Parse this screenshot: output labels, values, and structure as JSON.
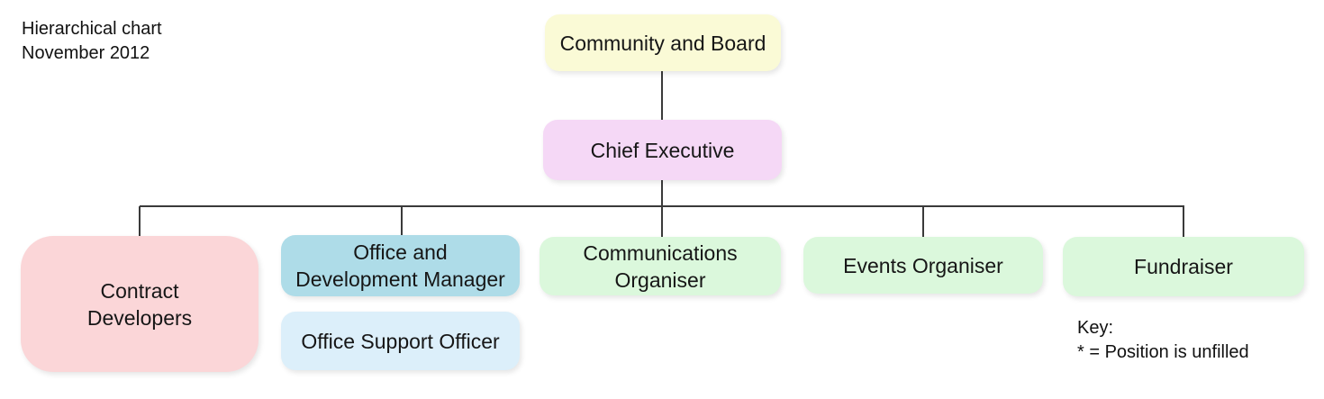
{
  "title": {
    "text": "Hierarchical chart\nNovember 2012"
  },
  "key": {
    "text": "Key:\n* = Position is unfilled"
  },
  "org": {
    "type": "org-chart",
    "nodes": {
      "community_board": {
        "label": "Community and Board",
        "display_label": "Community and Board",
        "color": "#FAFAD6",
        "parent": null,
        "level": 1
      },
      "chief_executive": {
        "label": "Chief Executive",
        "display_label": "Chief Executive",
        "color": "#F5D8F6",
        "parent": "community_board",
        "level": 2
      },
      "contract_developers": {
        "label": "Contract Developers",
        "display_label": "Contract\nDevelopers",
        "color": "#FBD6D8",
        "parent": "chief_executive",
        "level": 3
      },
      "office_development_manager": {
        "label": "Office and Development Manager",
        "display_label": "Office and\nDevelopment Manager",
        "color": "#AEDCE8",
        "parent": "chief_executive",
        "level": 3
      },
      "office_support_officer": {
        "label": "Office Support Officer",
        "display_label": "Office Support Officer",
        "color": "#DCEFFA",
        "parent": "office_development_manager",
        "level": 4
      },
      "communications_organiser": {
        "label": "Communications Organiser",
        "display_label": "Communications\nOrganiser",
        "color": "#DBF8DC",
        "parent": "chief_executive",
        "level": 3
      },
      "events_organiser": {
        "label": "Events Organiser",
        "display_label": "Events Organiser",
        "color": "#DBF8DC",
        "parent": "chief_executive",
        "level": 3
      },
      "fundraiser": {
        "label": "Fundraiser",
        "display_label": "Fundraiser",
        "color": "#DBF8DC",
        "parent": "chief_executive",
        "level": 3
      }
    },
    "line_color": "#3a3a3a",
    "text_color": "#141414"
  }
}
